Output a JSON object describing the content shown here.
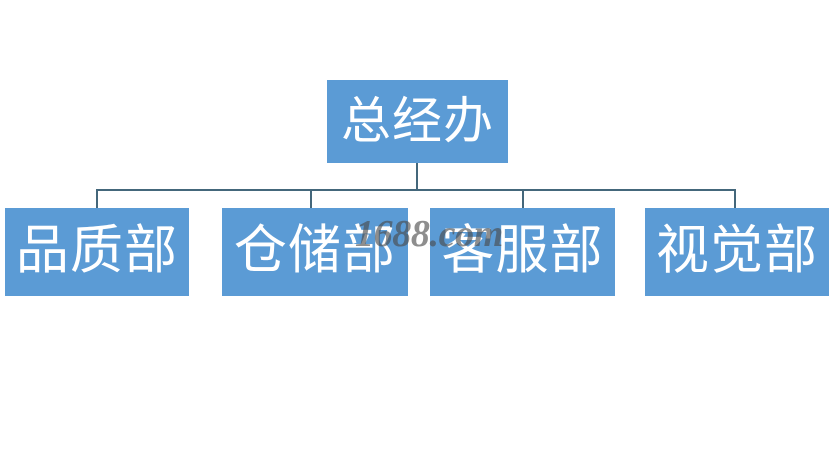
{
  "diagram": {
    "type": "org-chart",
    "title_node": {
      "label": "总经办",
      "color": "#5B9BD5",
      "text_color": "#FFFFFF"
    },
    "children": [
      {
        "label": "品质部",
        "color": "#5B9BD5",
        "text_color": "#FFFFFF"
      },
      {
        "label": "仓储部",
        "color": "#5B9BD5",
        "text_color": "#FFFFFF"
      },
      {
        "label": "客服部",
        "color": "#5B9BD5",
        "text_color": "#FFFFFF"
      },
      {
        "label": "视觉部",
        "color": "#5B9BD5",
        "text_color": "#FFFFFF"
      }
    ],
    "connector_color": "#44677B"
  },
  "watermark": {
    "text": "1688.com",
    "color": "#4a4a4a"
  },
  "canvas": {
    "background": "#FFFFFF",
    "width": "834",
    "height": "467"
  }
}
